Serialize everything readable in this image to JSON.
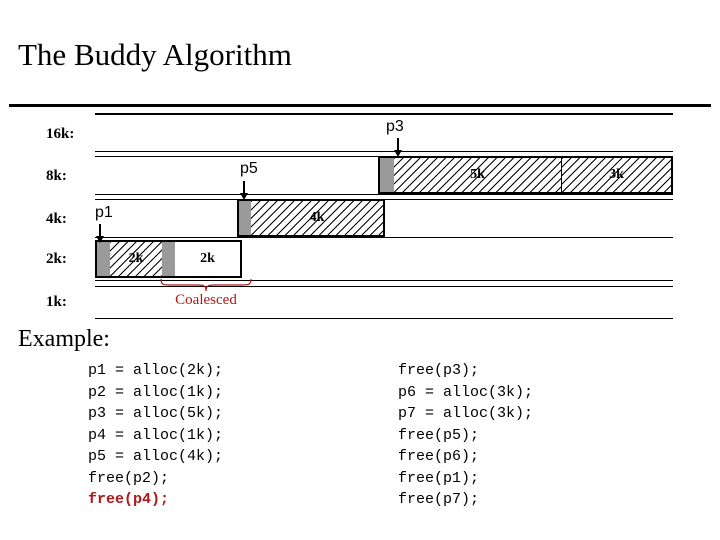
{
  "slide": {
    "title": "The Buddy Algorithm",
    "example_heading": "Example:"
  },
  "colors": {
    "text": "#000000",
    "highlight": "#b01818",
    "allocated_hatch": "#000000",
    "header_gray": "#9a9a9a",
    "background": "#ffffff"
  },
  "diagram": {
    "row_labels": [
      {
        "label": "16k:"
      },
      {
        "label": "8k:"
      },
      {
        "label": "4k:"
      },
      {
        "label": "2k:"
      },
      {
        "label": "1k:"
      }
    ],
    "pointers": [
      {
        "name": "p3",
        "row": "8k"
      },
      {
        "name": "p5",
        "row": "4k"
      },
      {
        "name": "p1",
        "row": "2k"
      }
    ],
    "blocks": [
      {
        "row": "8k",
        "segments": [
          {
            "kind": "gray",
            "label": ""
          },
          {
            "kind": "hatch",
            "label": "5k"
          },
          {
            "kind": "hatch",
            "label": "3k"
          }
        ]
      },
      {
        "row": "4k",
        "segments": [
          {
            "kind": "gray",
            "label": ""
          },
          {
            "kind": "hatch",
            "label": "4k"
          }
        ]
      },
      {
        "row": "2k",
        "segments": [
          {
            "kind": "gray",
            "label": ""
          },
          {
            "kind": "hatch",
            "label": "2k"
          },
          {
            "kind": "gray",
            "label": ""
          },
          {
            "kind": "white",
            "label": "2k"
          }
        ]
      }
    ],
    "annotation": {
      "coalesced_label": "Coalesced"
    }
  },
  "code": {
    "left": [
      {
        "text": "p1 = alloc(2k);",
        "highlight": false
      },
      {
        "text": "p2 = alloc(1k);",
        "highlight": false
      },
      {
        "text": "p3 = alloc(5k);",
        "highlight": false
      },
      {
        "text": "p4 = alloc(1k);",
        "highlight": false
      },
      {
        "text": "p5 = alloc(4k);",
        "highlight": false
      },
      {
        "text": "free(p2);",
        "highlight": false
      },
      {
        "text": "free(p4);",
        "highlight": true
      }
    ],
    "right": [
      {
        "text": "free(p3);",
        "highlight": false
      },
      {
        "text": "p6 = alloc(3k);",
        "highlight": false
      },
      {
        "text": "p7 = alloc(3k);",
        "highlight": false
      },
      {
        "text": "free(p5);",
        "highlight": false
      },
      {
        "text": "free(p6);",
        "highlight": false
      },
      {
        "text": "free(p1);",
        "highlight": false
      },
      {
        "text": "free(p7);",
        "highlight": false
      }
    ]
  }
}
